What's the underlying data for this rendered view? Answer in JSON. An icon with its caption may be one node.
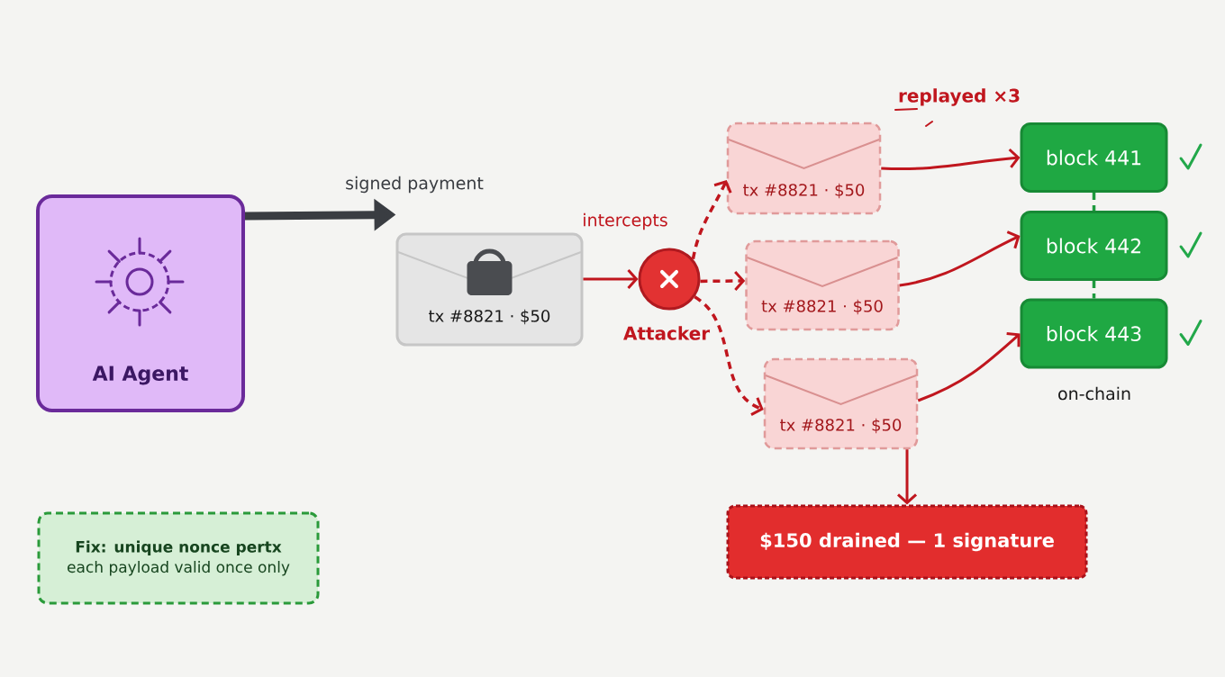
{
  "diagram": {
    "nodes": [
      {
        "text": [
          "AI Agent"
        ]
      },
      {
        "text": [
          "tx #8821 · $50"
        ]
      },
      {
        "text": [
          "Attacker"
        ]
      },
      {
        "text": [
          "tx #8821 · $50"
        ]
      },
      {
        "text": [
          "tx #8821 · $50"
        ]
      },
      {
        "text": [
          "tx #8821 · $50"
        ]
      },
      {
        "text": [
          "block 441"
        ]
      },
      {
        "text": [
          "block 442"
        ]
      },
      {
        "text": [
          "block 443"
        ]
      },
      {
        "text": [
          "$150 drained — 1 signature"
        ]
      },
      {
        "text": [
          "Fix: unique nonce pertx",
          "each payload valid once only"
        ]
      }
    ],
    "edges": [
      {
        "from": 0,
        "to": 1,
        "arrow": "to",
        "label": "signed payment",
        "style": "thick",
        "color": "#3a3d42"
      },
      {
        "from": 1,
        "to": 2,
        "arrow": "to",
        "label": "intercepts"
      },
      {
        "from": 2,
        "to": 3,
        "arrow": "to",
        "style": "dashed"
      },
      {
        "from": 2,
        "to": 4,
        "arrow": "to",
        "style": "dashed"
      },
      {
        "from": 2,
        "to": 5,
        "arrow": "to",
        "style": "dashed"
      },
      {
        "from": 3,
        "to": 6,
        "arrow": "to"
      },
      {
        "from": 4,
        "to": 7,
        "arrow": "to"
      },
      {
        "from": 5,
        "to": 8,
        "arrow": "to"
      },
      {
        "from": 5,
        "to": 9,
        "arrow": "to"
      },
      {
        "from": 6,
        "to": 7,
        "arrow": "none",
        "style": "dashed",
        "color": "#1e9a3e"
      },
      {
        "from": 7,
        "to": 8,
        "arrow": "none",
        "style": "dashed",
        "color": "#1e9a3e"
      }
    ],
    "labels": [
      "replayed ×3",
      "on-chain"
    ]
  }
}
